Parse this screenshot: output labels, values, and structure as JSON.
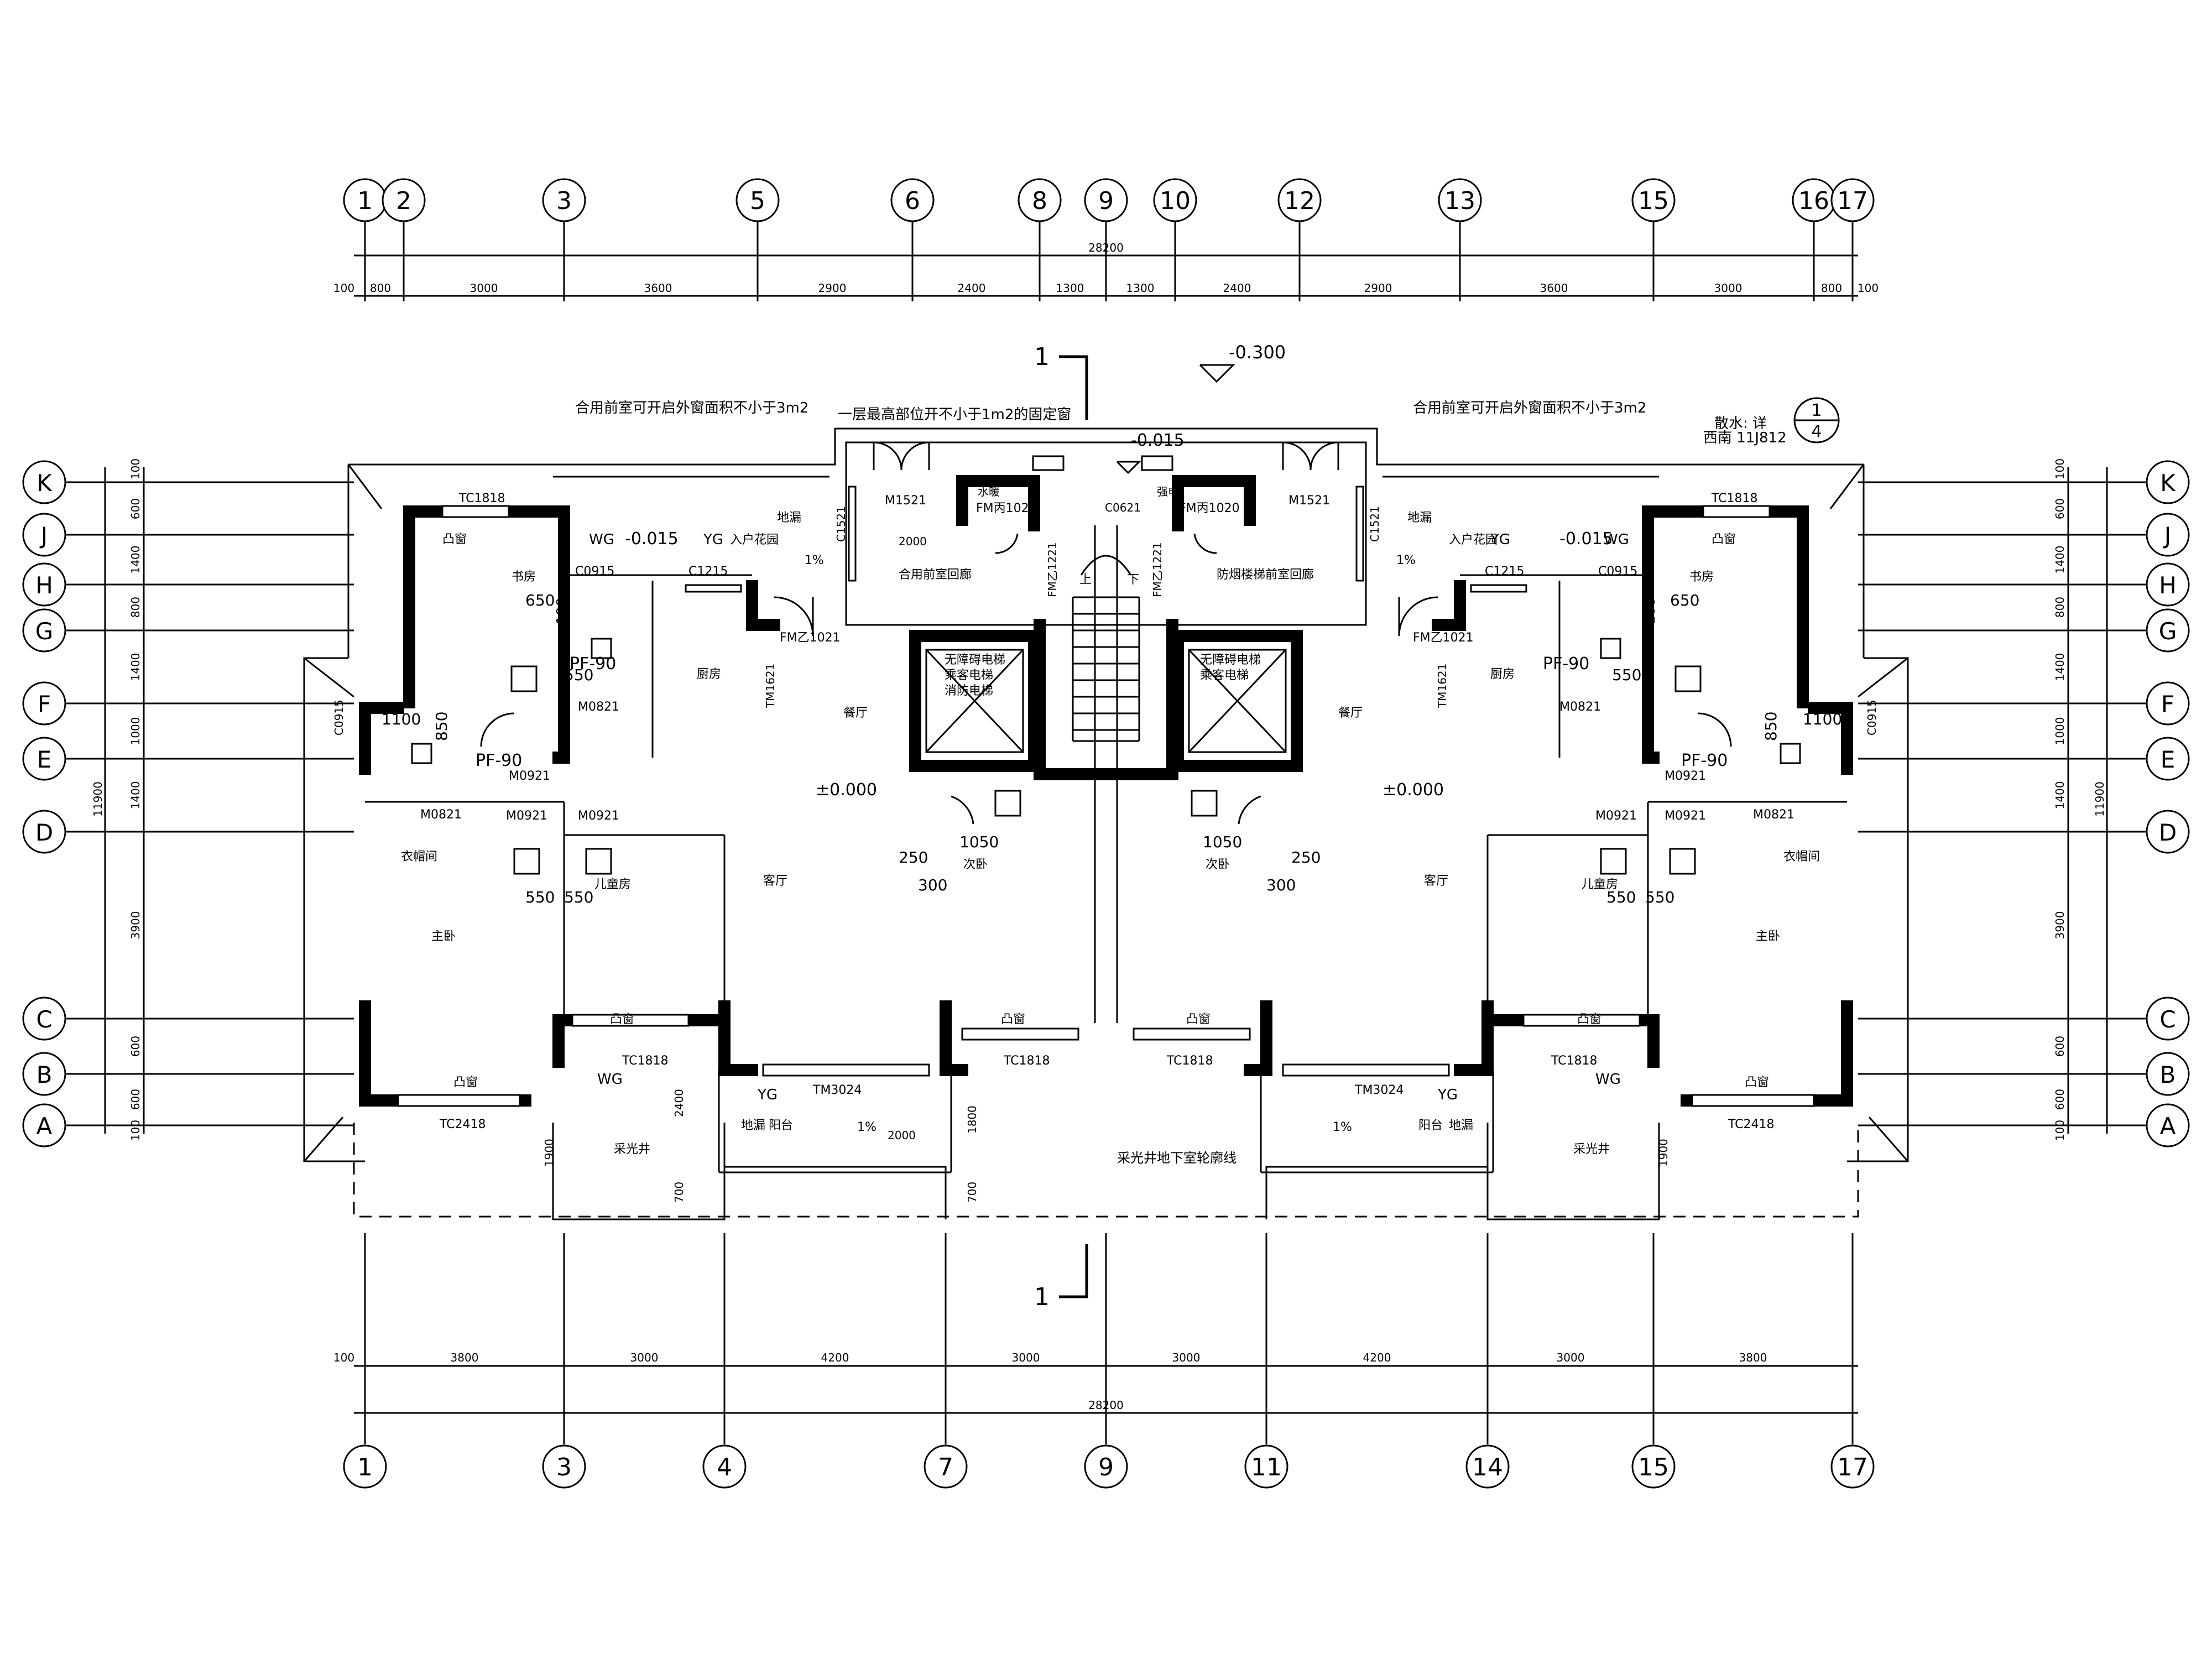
{
  "axes_top": [
    "1",
    "2",
    "3",
    "5",
    "6",
    "8",
    "9",
    "10",
    "12",
    "13",
    "15",
    "16",
    "17"
  ],
  "axes_bottom": [
    "1",
    "3",
    "4",
    "7",
    "9",
    "11",
    "14",
    "15",
    "17"
  ],
  "axes_rows": [
    "K",
    "J",
    "H",
    "G",
    "F",
    "E",
    "D",
    "C",
    "B",
    "A"
  ],
  "dims": {
    "top_total": "28200",
    "top_segments": [
      "100",
      "800",
      "3000",
      "3600",
      "2900",
      "2400",
      "1300",
      "1300",
      "2400",
      "2900",
      "3600",
      "3000",
      "800",
      "100"
    ],
    "bottom_total": "28200",
    "bottom_segments": [
      "100",
      "3800",
      "3000",
      "4200",
      "3000",
      "3000",
      "4200",
      "3000",
      "3800"
    ],
    "side_total": "11900",
    "side_segments": [
      "100",
      "600",
      "1400",
      "800",
      "1400",
      "1000",
      "1400",
      "3900",
      "600",
      "600",
      "100"
    ]
  },
  "section": {
    "mark": "1"
  },
  "levels": {
    "outside": "-0.300",
    "stair": "-0.015",
    "left": "-0.015",
    "right": "-0.015",
    "zero_left": "±0.000",
    "zero_right": "±0.000"
  },
  "notes": {
    "vent_left": "合用前室可开启外窗面积不小于3m2",
    "top_window": "一层最高部位开不小于1m2的固定窗",
    "vent_right": "合用前室可开启外窗面积不小于3m2",
    "ref_a": "散水: 详",
    "ref_b": "西南 11J812",
    "ref_num": "1",
    "ref_page": "4",
    "outline": "采光井地下室轮廓线"
  },
  "rooms": {
    "study": "书房",
    "kitchen": "厨房",
    "dining": "餐厅",
    "living": "客厅",
    "master": "主卧",
    "closet": "衣帽间",
    "child": "儿童房",
    "second": "次卧",
    "balcony": "阳台",
    "lightwell": "采光井",
    "garden": "入户花园",
    "drain": "地漏",
    "bay": "凸窗",
    "lobby_left": "合用前室回廊",
    "lobby_right": "防烟楼梯前室回廊",
    "water": "水暖",
    "power": "强电",
    "elev_left": [
      "无障碍电梯",
      "乘客电梯",
      "消防电梯"
    ],
    "elev_right": [
      "无障碍电梯",
      "乘客电梯"
    ],
    "up": "上",
    "down": "下"
  },
  "tags": {
    "TC1818": "TC1818",
    "TC2418": "TC2418",
    "TM3024": "TM3024",
    "C0915": "C0915",
    "C1215": "C1215",
    "C1521": "C1521",
    "C0621": "C0621",
    "M1521": "M1521",
    "FM1020": "FM丙1020",
    "FMZ1021": "FM乙1021",
    "FMZ1221": "FM乙1221",
    "TM1621": "TM1621",
    "M0821": "M0821",
    "M0921": "M0921",
    "PF90": "PF-90",
    "WG": "WG",
    "YG": "YG",
    "slope": "1%"
  },
  "fixtures": {
    "n650": "650",
    "n550": "550",
    "n300": "300",
    "n250": "250",
    "n1100": "1100",
    "n850": "850",
    "n1050": "1050",
    "n100": "100",
    "n2000": "2000",
    "n1900": "1900",
    "n700": "700",
    "n2400": "2400",
    "n1800": "1800"
  }
}
